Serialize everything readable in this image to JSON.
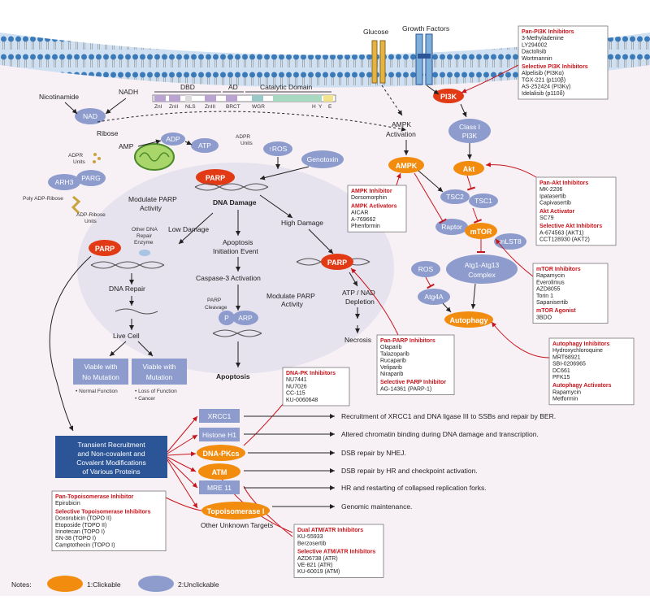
{
  "membrane": {
    "glucose": "Glucose",
    "growth_factors": "Growth Factors"
  },
  "top": {
    "nicotinamide": "Nicotinamide",
    "nadh": "NADH",
    "nad": "NAD",
    "ribose": "Ribose",
    "amp": "AMP",
    "adp": "ADP",
    "atp": "ATP",
    "adpr_units_1": "ADPR",
    "adpr_units_2": "Units",
    "adpr_units_3": "ADPR",
    "adpr_units_4": "Units",
    "ros": "↑ROS",
    "genotoxin": "Genotoxin",
    "arh3": "ARH3",
    "parg": "PARG",
    "poly_adp": "Poly ADP-Ribose"
  },
  "domains": {
    "dbd": "DBD",
    "ad": "AD",
    "catalytic": "Catalytic Domain",
    "znI": "ZnI",
    "znII": "ZnII",
    "nls": "NLS",
    "znIII": "ZnIII",
    "brct": "BRCT",
    "wgr": "WGR",
    "h": "H",
    "y": "Y",
    "e": "E"
  },
  "center": {
    "parp_main": "PARP",
    "dna_damage": "DNA Damage",
    "modulate_parp": "Modulate PARP",
    "activity": "Activity",
    "low_damage": "Low Damage",
    "high_damage": "High Damage",
    "apoptosis_init_1": "Apoptosis",
    "apoptosis_init_2": "Initiation Event",
    "caspase": "Caspase-3 Activation",
    "modulate_parp2": "Modulate PARP",
    "activity2": "Activity",
    "parp_cleavage_1": "PARP",
    "parp_cleavage_2": "Cleavage",
    "p_frag": "P",
    "arp_frag": "ARP",
    "atp_nad_1": "ATP / NAD",
    "atp_nad_2": "Depletion",
    "necrosis": "Necrosis",
    "apoptosis": "Apoptosis",
    "parp_left": "PARP",
    "parp_right": "PARP",
    "adp_ribose_1": "ADP-Ribose",
    "adp_ribose_2": "Units",
    "other_dna_1": "Other DNA",
    "other_dna_2": "Repair",
    "other_dna_3": "Enzyme",
    "dna_repair": "DNA Repair",
    "live_cell": "Live Cell",
    "viable_no_1": "Viable with",
    "viable_no_2": "No Mutation",
    "viable_mut_1": "Viable with",
    "viable_mut_2": "Mutation",
    "normal_function": "• Normal Function",
    "loss_function": "• Loss of Function",
    "cancer": "• Cancer"
  },
  "right_path": {
    "pi3k": "PI3K",
    "classI_1": "Class I",
    "classI_2": "PI3K",
    "akt": "Akt",
    "ampk_act_1": "AMPK",
    "ampk_act_2": "Activation",
    "ampk": "AMPK",
    "tsc2": "TSC2",
    "tsc1": "TSC1",
    "raptor": "Raptor",
    "mtor": "mTOR",
    "mlst8": "mLST8",
    "ros": "ROS",
    "atg_1": "Atg1-Atg13",
    "atg_2": "Complex",
    "atg4a": "Atg4A",
    "autophagy": "Autophagy"
  },
  "boxes": [
    {
      "id": "pi3k_inh",
      "groups": [
        {
          "h": "Pan-PI3K Inhibitors",
          "items": [
            "3-Methyladenine",
            "LY294002",
            "Dactolisib",
            "Wortmannin"
          ]
        },
        {
          "h": "Selective PI3K Inhibitors",
          "items": [
            "Alpelisib (PI3Kα)",
            "TGX-221 (p110β)",
            "AS-252424 (PI3Kγ)",
            "Idelalisib (p110δ)"
          ]
        }
      ]
    },
    {
      "id": "ampk_inh",
      "groups": [
        {
          "h": "AMPK Inhibitor",
          "items": [
            "Dorsomorphin"
          ]
        },
        {
          "h": "AMPK Activators",
          "items": [
            "AICAR",
            "A-769662",
            "Phenformin"
          ]
        }
      ]
    },
    {
      "id": "akt_inh",
      "groups": [
        {
          "h": "Pan-Akt Inhibitors",
          "items": [
            "MK-2206",
            "Ipatasertib",
            "Capivasertib"
          ]
        },
        {
          "h": "Akt Activator",
          "items": [
            "SC79"
          ]
        },
        {
          "h": "Selective Akt Inhibitors",
          "items": [
            "A-674563 (AKT1)",
            "CCT128930 (AKT2)"
          ]
        }
      ]
    },
    {
      "id": "mtor_inh",
      "groups": [
        {
          "h": "mTOR Inhibitors",
          "items": [
            "Rapamycin",
            "Everolimus",
            "AZD8055",
            "Torin 1",
            "Sapanisertib"
          ]
        },
        {
          "h": "mTOR Agonist",
          "items": [
            "3BDO"
          ]
        }
      ]
    },
    {
      "id": "autoph_inh",
      "groups": [
        {
          "h": "Autophagy Inhibitors",
          "items": [
            "Hydroxychloroquine",
            "MRT68921",
            "SBI-0206965",
            "DC661",
            "PFK15"
          ]
        },
        {
          "h": "Autophagy Activators",
          "items": [
            "Rapamycin",
            "Metformin"
          ]
        }
      ]
    },
    {
      "id": "parp_inh",
      "groups": [
        {
          "h": "Pan-PARP Inhibitors",
          "items": [
            "Olaparib",
            "Talazoparib",
            "Rucaparib",
            "Veliparib",
            "Niraparib"
          ]
        },
        {
          "h": "Selective PARP Inhibitor",
          "items": [
            "AG-14361 (PARP-1)"
          ]
        }
      ]
    },
    {
      "id": "dnapk_inh",
      "groups": [
        {
          "h": "DNA-PK Inhibitors",
          "items": [
            "NU7441",
            "NU7026",
            "CC-115",
            "KU-0060648"
          ]
        }
      ]
    },
    {
      "id": "topo_inh",
      "groups": [
        {
          "h": "Pan-Topoisomerase Inhibitor",
          "items": [
            "Epirubicin"
          ]
        },
        {
          "h": "Selective Topoisomerase Inhibitors",
          "items": [
            "Doxorubicin (TOPO II)",
            "Etoposide (TOPO II)",
            "Irinotecan (TOPO I)",
            "SN-38 (TOPO I)",
            "Camptothecin (TOPO I)"
          ]
        }
      ]
    },
    {
      "id": "atm_inh",
      "groups": [
        {
          "h": "Dual ATM/ATR Inhibitors",
          "items": [
            "KU-55933",
            "Berzosertib"
          ]
        },
        {
          "h": "Selective ATM/ATR Inhibitors",
          "items": [
            "AZD6738 (ATR)",
            "VE-821 (ATR)",
            "KU-60019 (ATM)"
          ]
        }
      ]
    }
  ],
  "bottom": {
    "transient_1": "Transient Recruitment",
    "transient_2": "and Non-covalent and",
    "transient_3": "Covalent Modifications",
    "transient_4": "of Various Proteins",
    "xrcc1": "XRCC1",
    "histone": "Histone H1",
    "dnapkcs": "DNA-PKcs",
    "atm": "ATM",
    "mre11": "MRE 11",
    "topo": "Topoisomerase I",
    "other_targets": "Other Unknown Targets",
    "desc_xrcc1": "Recruitment of XRCC1 and DNA   ligase III to SSBs and repair by BER.",
    "desc_histone": "Altered chromatin binding during DNA damage and transcription.",
    "desc_dnapk": "DSB repair by NHEJ.",
    "desc_atm": "DSB repair by HR and checkpoint activation.",
    "desc_mre11": "HR and restarting of collapsed replication forks.",
    "desc_topo": "Genomic maintenance."
  },
  "notes": {
    "label": "Notes:",
    "clickable": "1:Clickable",
    "unclickable": "2:Unclickable"
  },
  "colors": {
    "orange": "#f28c0f",
    "blue_oval": "#8d9ccd",
    "dark_blue": "#2b5597",
    "red": "#c8141b",
    "cytoplasm": "#f7f1f6",
    "nucleus": "#e6e2ee"
  }
}
